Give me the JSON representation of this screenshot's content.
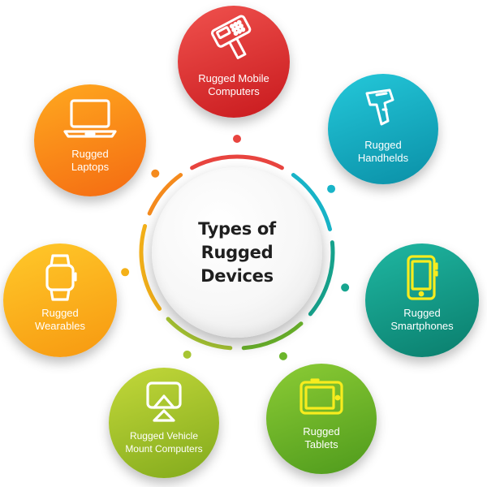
{
  "center": {
    "title": "Types of\nRugged Devices"
  },
  "nodes": [
    {
      "key": "mobile",
      "label": "Rugged Mobile\nComputers",
      "icon": "barcode-scanner-icon",
      "colors": [
        "#f0524e",
        "#c8191d"
      ]
    },
    {
      "key": "handhelds",
      "label": "Rugged\nHandhelds",
      "icon": "handheld-scanner-icon",
      "colors": [
        "#24c8da",
        "#0a8fa6"
      ]
    },
    {
      "key": "smartphones",
      "label": "Rugged\nSmartphones",
      "icon": "smartphone-icon",
      "colors": [
        "#1fb7a2",
        "#0a7d6c"
      ]
    },
    {
      "key": "tablets",
      "label": "Rugged\nTablets",
      "icon": "tablet-icon",
      "colors": [
        "#8ccc35",
        "#4e9a1c"
      ]
    },
    {
      "key": "vehicle",
      "label": "Rugged Vehicle\nMount Computers",
      "icon": "vehicle-mount-icon",
      "colors": [
        "#c3d83a",
        "#82aa1c"
      ]
    },
    {
      "key": "wearables",
      "label": "Rugged\nWearables",
      "icon": "smartwatch-icon",
      "colors": [
        "#ffc92a",
        "#f79810"
      ]
    },
    {
      "key": "laptops",
      "label": "Rugged\nLaptops",
      "icon": "laptop-icon",
      "colors": [
        "#ffa91f",
        "#f46a12"
      ]
    }
  ],
  "ring_colors": [
    "#e8443f",
    "#18b4c8",
    "#17a58f",
    "#6cb62c",
    "#a7c533",
    "#f4b119",
    "#f58b1e"
  ]
}
